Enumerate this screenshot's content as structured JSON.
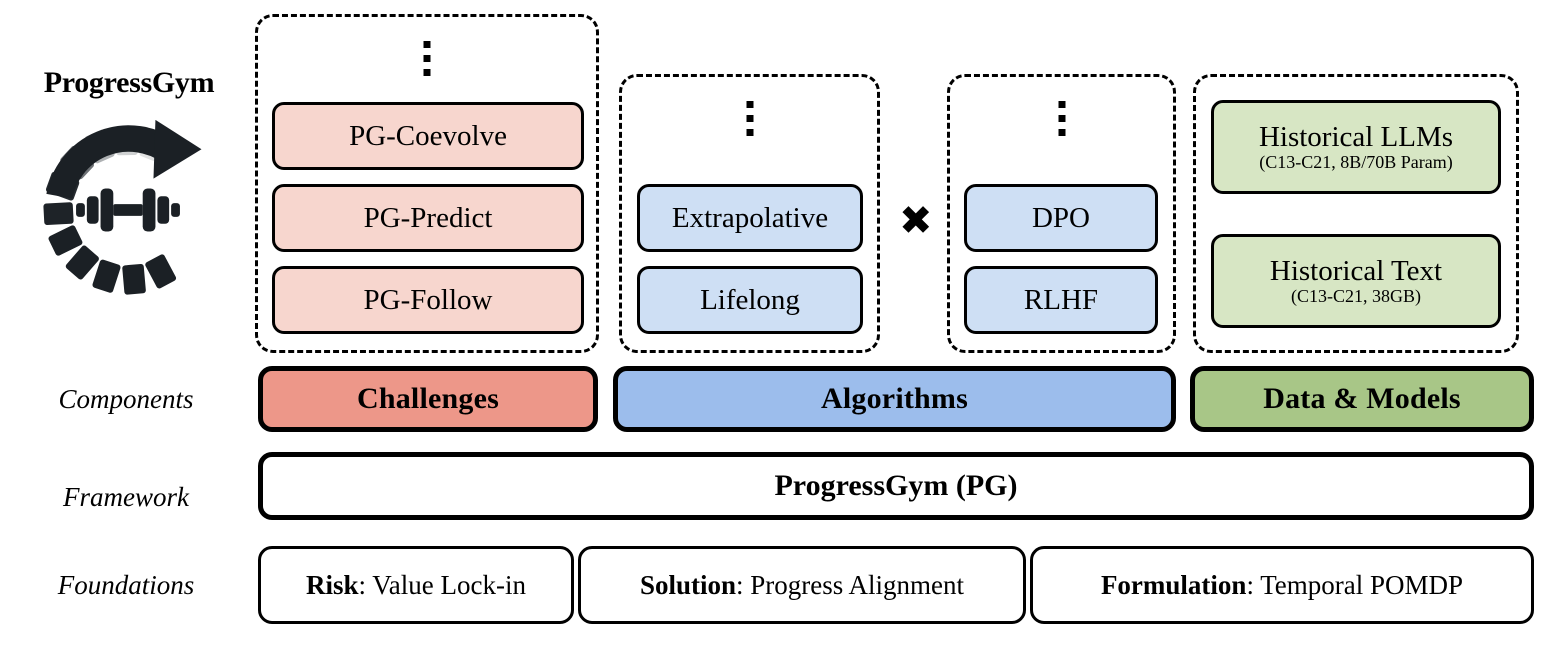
{
  "brand": {
    "title": "ProgressGym",
    "logo_icon": "circular-progress-arrow-dumbbell-icon"
  },
  "row_labels": {
    "components": "Components",
    "framework": "Framework",
    "foundations": "Foundations"
  },
  "groups": [
    {
      "id": "challenges",
      "has_ellipsis": true,
      "items": [
        {
          "title": "PG-Coevolve",
          "sub": ""
        },
        {
          "title": "PG-Predict",
          "sub": ""
        },
        {
          "title": "PG-Follow",
          "sub": ""
        }
      ]
    },
    {
      "id": "algorithm-paradigms",
      "has_ellipsis": true,
      "items": [
        {
          "title": "Extrapolative",
          "sub": ""
        },
        {
          "title": "Lifelong",
          "sub": ""
        }
      ]
    },
    {
      "id": "algorithm-methods",
      "has_ellipsis": true,
      "items": [
        {
          "title": "DPO",
          "sub": ""
        },
        {
          "title": "RLHF",
          "sub": ""
        }
      ]
    },
    {
      "id": "data-models",
      "has_ellipsis": false,
      "items": [
        {
          "title": "Historical LLMs",
          "sub": "(C13-C21, 8B/70B Param)"
        },
        {
          "title": "Historical Text",
          "sub": "(C13-C21, 38GB)"
        }
      ]
    }
  ],
  "operator": {
    "symbol": "✖",
    "name": "multiplication-cross"
  },
  "components": [
    {
      "label": "Challenges",
      "color": "#ed9789"
    },
    {
      "label": "Algorithms",
      "color": "#9cbdec"
    },
    {
      "label": "Data & Models",
      "color": "#a8c687"
    }
  ],
  "framework": {
    "label": "ProgressGym (PG)"
  },
  "foundations": [
    {
      "key": "Risk",
      "value": ": Value Lock-in"
    },
    {
      "key": "Solution",
      "value": ": Progress Alignment"
    },
    {
      "key": "Formulation",
      "value": ": Temporal POMDP"
    }
  ],
  "colors": {
    "pill_pink": "#f7d6ce",
    "pill_blue": "#cedff4",
    "pill_green": "#d7e6c4",
    "bar_red": "#ed9789",
    "bar_blue": "#9cbdec",
    "bar_green": "#a8c687",
    "outline": "#000000",
    "background": "#ffffff"
  }
}
